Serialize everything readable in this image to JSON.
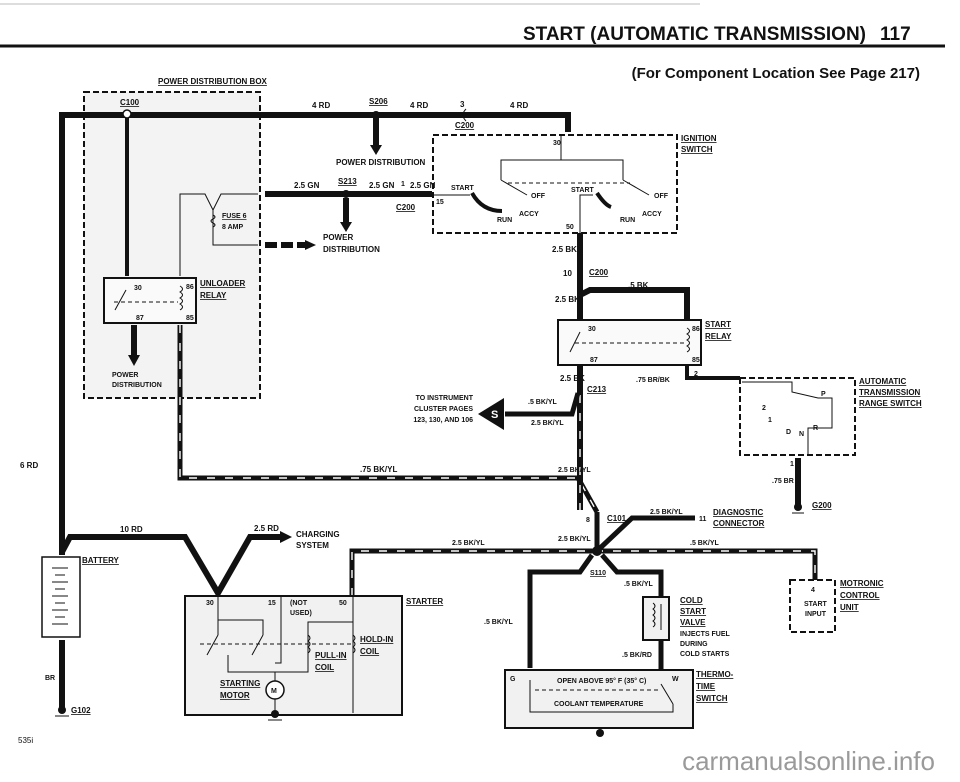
{
  "header": {
    "title": "START (AUTOMATIC TRANSMISSION)",
    "page_number": "117",
    "subtitle": "(For Component Location See Page 217)"
  },
  "components": {
    "power_distribution_box": "POWER DISTRIBUTION BOX",
    "fuse_line1": "FUSE 6",
    "fuse_line2": "8 AMP",
    "unloader_relay_1": "UNLOADER",
    "unloader_relay_2": "RELAY",
    "ignition_switch_1": "IGNITION",
    "ignition_switch_2": "SWITCH",
    "start_relay_1": "START",
    "start_relay_2": "RELAY",
    "trans_switch_1": "AUTOMATIC",
    "trans_switch_2": "TRANSMISSION",
    "trans_switch_3": "RANGE SWITCH",
    "battery": "BATTERY",
    "starter": "STARTER",
    "starting_motor_1": "STARTING",
    "starting_motor_2": "MOTOR",
    "pull_in_1": "PULL-IN",
    "pull_in_2": "COIL",
    "hold_in_1": "HOLD-IN",
    "hold_in_2": "COIL",
    "not_used_1": "(NOT",
    "not_used_2": "USED)",
    "motor_symbol": "M",
    "cold_start_1": "COLD",
    "cold_start_2": "START",
    "cold_start_3": "VALVE",
    "cold_start_note_1": "INJECTS FUEL",
    "cold_start_note_2": "DURING",
    "cold_start_note_3": "COLD STARTS",
    "thermo_1": "THERMO-",
    "thermo_2": "TIME",
    "thermo_3": "SWITCH",
    "thermo_open": "OPEN ABOVE 95° F (35° C)",
    "thermo_coolant": "COOLANT TEMPERATURE",
    "motronic_1": "MOTRONIC",
    "motronic_2": "CONTROL",
    "motronic_3": "UNIT",
    "motronic_pin_label_1": "START",
    "motronic_pin_label_2": "INPUT",
    "diagnostic_1": "DIAGNOSTIC",
    "diagnostic_2": "CONNECTOR",
    "power_dist_1": "POWER DISTRIBUTION",
    "power_dist_2a": "POWER",
    "power_dist_2b": "DISTRIBUTION",
    "power_dist_3a": "POWER",
    "power_dist_3b": "DISTRIBUTION",
    "charging_1": "CHARGING",
    "charging_2": "SYSTEM",
    "instrument_1": "TO INSTRUMENT",
    "instrument_2": "CLUSTER PAGES",
    "instrument_3": "123, 130, AND 106",
    "shield_symbol": "S"
  },
  "connectors": {
    "c100": "C100",
    "s206": "S206",
    "c200_a": "C200",
    "c200_a_pin": "3",
    "s213": "S213",
    "c200_b": "C200",
    "c200_b_pin": "1",
    "c200_c": "C200",
    "c200_c_pin": "10",
    "c213": "C213",
    "c101": "C101",
    "c101_pin": "8",
    "s110": "S110",
    "g200": "G200",
    "g102": "G102",
    "diag_pin": "11"
  },
  "pins": {
    "ign_30": "30",
    "ign_15": "15",
    "ign_50": "50",
    "ur_30": "30",
    "ur_86": "86",
    "ur_87": "87",
    "ur_85": "85",
    "sr_30": "30",
    "sr_86": "86",
    "sr_87": "87",
    "sr_85": "85",
    "st_30": "30",
    "st_15": "15",
    "st_50": "50",
    "trs_2": "2",
    "trs_1": "1",
    "trs_p": "P",
    "trs_r": "R",
    "trs_n": "N",
    "trs_d": "D",
    "trs_pos2": "2",
    "trs_pos1": "1",
    "mot_4": "4",
    "tts_g": "G",
    "tts_w": "W",
    "sw_start_a": "START",
    "sw_off_a": "OFF",
    "sw_accy_a": "ACCY",
    "sw_run_a": "RUN",
    "sw_start_b": "START",
    "sw_off_b": "OFF",
    "sw_accy_b": "ACCY",
    "sw_run_b": "RUN"
  },
  "wires": {
    "w4rd_a": "4 RD",
    "w4rd_b": "4 RD",
    "w4rd_c": "4 RD",
    "w25gn_a": "2.5 GN",
    "w25gn_b": "2.5 GN",
    "w25gn_c": "2.5 GN",
    "w25bk_a": "2.5 BK",
    "w25bk_b": "2.5 BK",
    "w25bk_c": "2.5 BK",
    "w5bk": ".5 BK",
    "w75brbk": ".75 BR/BK",
    "w75br": ".75 BR",
    "w5bkyl_s": ".5 BK/YL",
    "w25bkyl_a": "2.5 BK/YL",
    "w25bkyl_b": "2.5 BK/YL",
    "w75bkyl": ".75 BK/YL",
    "w25bkyl_diag": "2.5 BK/YL",
    "w25bkyl_c": "2.5 BK/YL",
    "w25bkyl_d": "2.5 BK/YL",
    "w5bkyl_mot": ".5 BK/YL",
    "w5bkyl_csv": ".5 BK/YL",
    "w5bkyl_tts": ".5 BK/YL",
    "w5bkrd": ".5 BK/RD",
    "w6rd": "6 RD",
    "w10rd": "10 RD",
    "w25rd": "2.5 RD",
    "wbr": "BR"
  },
  "footer": {
    "model": "535i",
    "watermark": "carmanualsonline.info"
  }
}
